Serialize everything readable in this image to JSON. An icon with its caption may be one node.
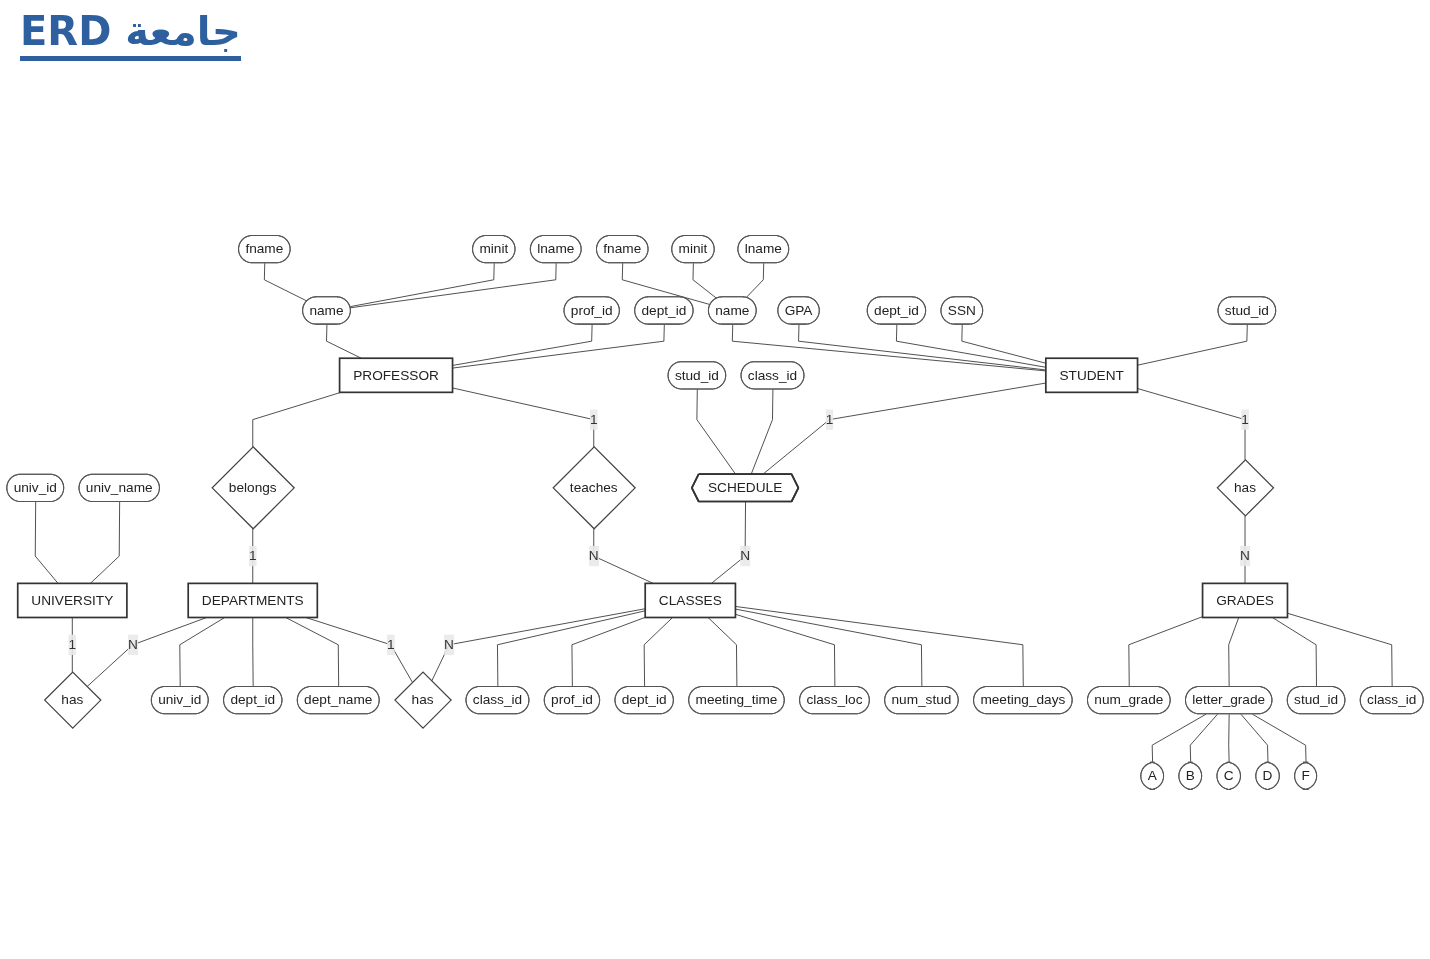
{
  "diagram": {
    "title": "ERD جامعة",
    "nodes": [
      {
        "text": [
          "fname"
        ]
      },
      {
        "text": [
          "minit"
        ]
      },
      {
        "text": [
          "lname"
        ]
      },
      {
        "text": [
          "prof_id"
        ]
      },
      {
        "text": [
          "name"
        ]
      },
      {
        "text": [
          "dept_id"
        ]
      },
      {
        "text": [
          "univ_id"
        ]
      },
      {
        "text": [
          "univ_name"
        ]
      },
      {
        "text": [
          "PROFESSOR"
        ]
      },
      {
        "text": [
          "belongs"
        ]
      },
      {
        "text": [
          "UNIVERSITY"
        ]
      },
      {
        "text": [
          "fname"
        ]
      },
      {
        "text": [
          "minit"
        ]
      },
      {
        "text": [
          "lname"
        ]
      },
      {
        "text": [
          "name"
        ]
      },
      {
        "text": [
          "teaches"
        ]
      },
      {
        "text": [
          "DEPARTMENTS"
        ]
      },
      {
        "text": [
          "has"
        ]
      },
      {
        "text": [
          "GPA"
        ]
      },
      {
        "text": [
          "dept_id"
        ]
      },
      {
        "text": [
          "stud_id"
        ]
      },
      {
        "text": [
          "class_id"
        ]
      },
      {
        "text": [
          "SSN"
        ]
      },
      {
        "text": [
          "stud_id"
        ]
      },
      {
        "text": [
          "univ_id"
        ]
      },
      {
        "text": [
          "dept_id"
        ]
      },
      {
        "text": [
          "dept_name"
        ]
      },
      {
        "text": [
          "STUDENT"
        ]
      },
      {
        "text": [
          "SCHEDULE"
        ]
      },
      {
        "text": [
          "CLASSES"
        ]
      },
      {
        "text": [
          "has"
        ]
      },
      {
        "text": [
          "class_id"
        ]
      },
      {
        "text": [
          "prof_id"
        ]
      },
      {
        "text": [
          "dept_id"
        ]
      },
      {
        "text": [
          "meeting_time"
        ]
      },
      {
        "text": [
          "class_loc"
        ]
      },
      {
        "text": [
          "num_stud"
        ]
      },
      {
        "text": [
          "meeting_days"
        ]
      },
      {
        "text": [
          "has"
        ]
      },
      {
        "text": [
          "GRADES"
        ]
      },
      {
        "text": [
          "num_grade"
        ]
      },
      {
        "text": [
          "letter_grade"
        ]
      },
      {
        "text": [
          "stud_id"
        ]
      },
      {
        "text": [
          "class_id"
        ]
      },
      {
        "text": [
          "A"
        ]
      },
      {
        "text": [
          "B"
        ]
      },
      {
        "text": [
          "C"
        ]
      },
      {
        "text": [
          "D"
        ]
      },
      {
        "text": [
          "F"
        ]
      }
    ],
    "edges": [
      {
        "from": 0,
        "to": 4,
        "arrow": "none"
      },
      {
        "from": 1,
        "to": 4,
        "arrow": "none"
      },
      {
        "from": 2,
        "to": 4,
        "arrow": "none"
      },
      {
        "from": 4,
        "to": 8,
        "arrow": "none"
      },
      {
        "from": 3,
        "to": 8,
        "arrow": "none"
      },
      {
        "from": 5,
        "to": 8,
        "arrow": "none"
      },
      {
        "from": 6,
        "to": 10,
        "arrow": "none"
      },
      {
        "from": 7,
        "to": 10,
        "arrow": "none"
      },
      {
        "from": 8,
        "to": 9,
        "arrow": "none"
      },
      {
        "from": 8,
        "to": 15,
        "label": "1",
        "arrow": "none"
      },
      {
        "from": 9,
        "to": 16,
        "label": "1",
        "arrow": "none"
      },
      {
        "from": 10,
        "to": 17,
        "label": "1",
        "arrow": "none"
      },
      {
        "from": 16,
        "to": 17,
        "label": "N",
        "arrow": "none"
      },
      {
        "from": 11,
        "to": 14,
        "arrow": "none"
      },
      {
        "from": 12,
        "to": 14,
        "arrow": "none"
      },
      {
        "from": 13,
        "to": 14,
        "arrow": "none"
      },
      {
        "from": 14,
        "to": 27,
        "arrow": "none"
      },
      {
        "from": 18,
        "to": 27,
        "arrow": "none"
      },
      {
        "from": 19,
        "to": 27,
        "arrow": "none"
      },
      {
        "from": 22,
        "to": 27,
        "arrow": "none"
      },
      {
        "from": 23,
        "to": 27,
        "arrow": "none"
      },
      {
        "from": 20,
        "to": 28,
        "arrow": "none"
      },
      {
        "from": 21,
        "to": 28,
        "arrow": "none"
      },
      {
        "from": 15,
        "to": 29,
        "label": "N",
        "arrow": "none"
      },
      {
        "from": 16,
        "to": 24,
        "arrow": "none"
      },
      {
        "from": 16,
        "to": 25,
        "arrow": "none"
      },
      {
        "from": 16,
        "to": 26,
        "arrow": "none"
      },
      {
        "from": 16,
        "to": 30,
        "label": "1",
        "arrow": "none"
      },
      {
        "from": 27,
        "to": 28,
        "label": "1",
        "arrow": "none"
      },
      {
        "from": 28,
        "to": 29,
        "label": "N",
        "arrow": "none"
      },
      {
        "from": 29,
        "to": 30,
        "label": "N",
        "arrow": "none"
      },
      {
        "from": 29,
        "to": 31,
        "arrow": "none"
      },
      {
        "from": 29,
        "to": 32,
        "arrow": "none"
      },
      {
        "from": 29,
        "to": 33,
        "arrow": "none"
      },
      {
        "from": 29,
        "to": 34,
        "arrow": "none"
      },
      {
        "from": 29,
        "to": 35,
        "arrow": "none"
      },
      {
        "from": 29,
        "to": 36,
        "arrow": "none"
      },
      {
        "from": 29,
        "to": 37,
        "arrow": "none"
      },
      {
        "from": 27,
        "to": 38,
        "label": "1",
        "arrow": "none"
      },
      {
        "from": 38,
        "to": 39,
        "label": "N",
        "arrow": "none"
      },
      {
        "from": 39,
        "to": 40,
        "arrow": "none"
      },
      {
        "from": 39,
        "to": 41,
        "arrow": "none"
      },
      {
        "from": 39,
        "to": 42,
        "arrow": "none"
      },
      {
        "from": 39,
        "to": 43,
        "arrow": "none"
      },
      {
        "from": 41,
        "to": 44,
        "arrow": "none"
      },
      {
        "from": 41,
        "to": 45,
        "arrow": "none"
      },
      {
        "from": 41,
        "to": 46,
        "arrow": "none"
      },
      {
        "from": 41,
        "to": 47,
        "arrow": "none"
      },
      {
        "from": 41,
        "to": 48,
        "arrow": "none"
      }
    ]
  }
}
